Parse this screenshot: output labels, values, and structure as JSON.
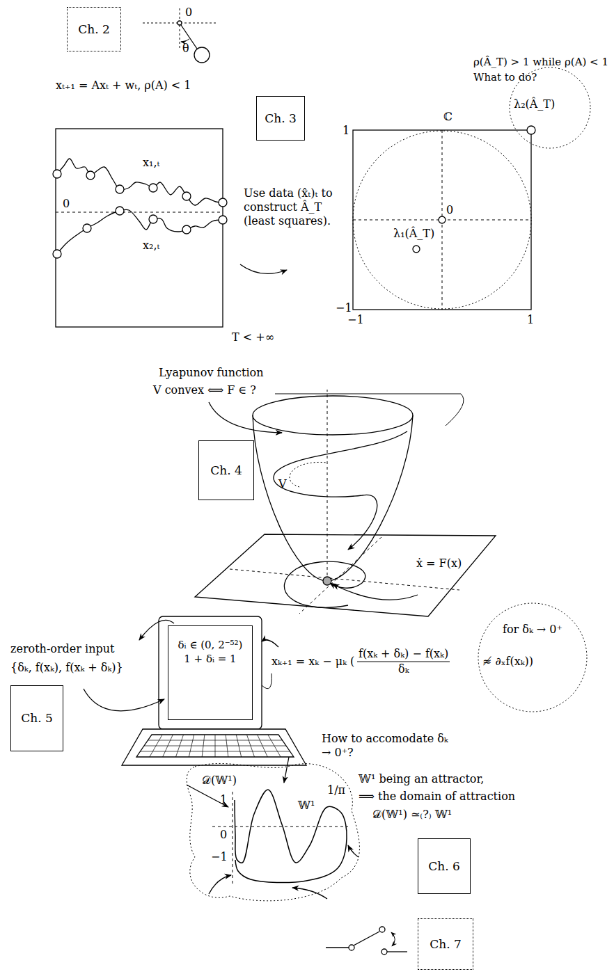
{
  "diagram": {
    "nodes": [
      {
        "text": [
          "Ch. 2"
        ]
      },
      {
        "text": [
          "Ch. 3"
        ]
      },
      {
        "text": [
          "Ch. 4"
        ]
      },
      {
        "text": [
          "Ch. 5"
        ]
      },
      {
        "text": [
          "δᵢ ∈ (0, 2⁻⁵²)",
          "1 + δᵢ = 1"
        ]
      },
      {
        "text": [
          "Ch. 6"
        ]
      },
      {
        "text": [
          "Ch. 7"
        ]
      }
    ],
    "labels": [
      "0",
      "θ",
      "xₜ₊₁ = Axₜ + wₜ, ρ(A) < 1",
      "ρ(Â_T) > 1 while ρ(A) < 1",
      "What to do?",
      "ℂ",
      "1",
      "0",
      "λ₂(Â_T)",
      "λ₁(Â_T)",
      "−1",
      "−1",
      "1",
      "0",
      "x₁,ₜ",
      "x₂,ₜ",
      "T < +∞",
      "Use data (x̂ₜ)ₜ to construct Â_T (least squares).",
      "Lyapunov function",
      "V convex ⟺ F ∈ ?",
      "V",
      "ẋ = F(x)",
      "zeroth-order input",
      "{δₖ, f(xₖ), f(xₖ + δₖ)}",
      "xₖ₊₁ = xₖ − μₖ (",
      "f(xₖ + δₖ) − f(xₖ)",
      "δₖ",
      "≉ ∂ₓf(xₖ))",
      "for δₖ → 0⁺",
      "How to accomodate δₖ → 0⁺?",
      "𝒟(𝕎¹)",
      "1",
      "0",
      "−1",
      "𝕎¹",
      "1/π",
      "𝕎¹ being an attractor,",
      "⟹ the domain of attraction",
      "𝒟(𝕎¹) ≃₍?₎ 𝕎¹"
    ]
  }
}
